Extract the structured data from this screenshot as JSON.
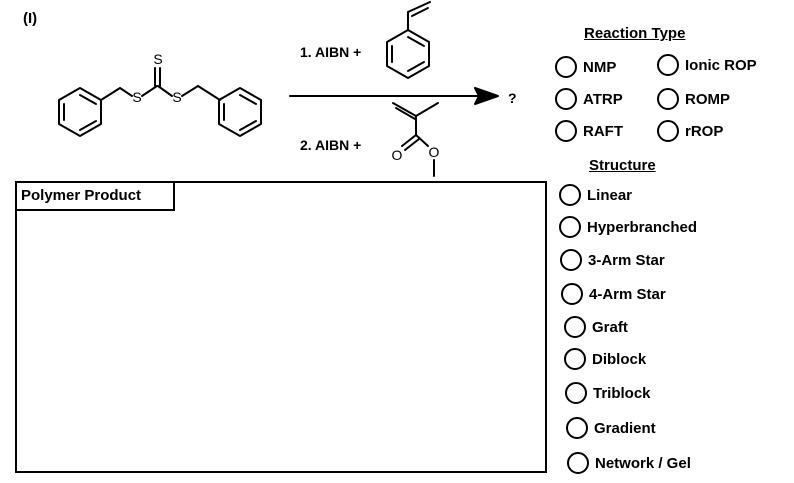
{
  "problem_label": "(I)",
  "reagents": {
    "step1": "1. AIBN +",
    "step2": "2. AIBN +",
    "product_marker": "?"
  },
  "atoms": {
    "S_top": "S",
    "S_left": "S",
    "S_right": "S",
    "O_carbonyl": "O",
    "O_ester": "O"
  },
  "reaction_type": {
    "header": "Reaction Type",
    "options": [
      "NMP",
      "ATRP",
      "RAFT",
      "Ionic ROP",
      "ROMP",
      "rROP"
    ]
  },
  "structure": {
    "header": "Structure",
    "options": [
      "Linear",
      "Hyperbranched",
      "3-Arm Star",
      "4-Arm Star",
      "Graft",
      "Diblock",
      "Triblock",
      "Gradient",
      "Network / Gel"
    ]
  },
  "product_box": {
    "title": "Polymer Product"
  }
}
